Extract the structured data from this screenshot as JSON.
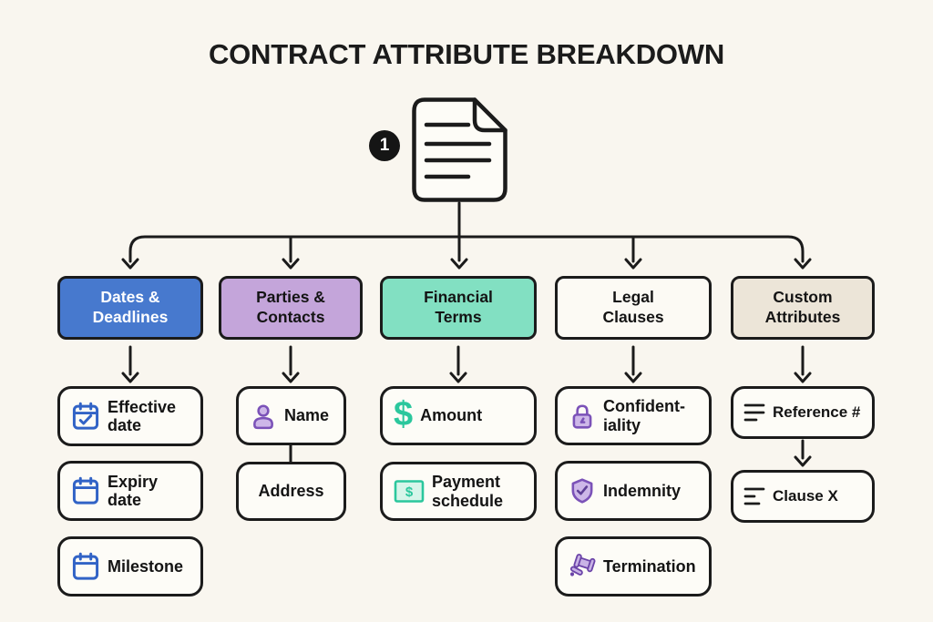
{
  "title": "CONTRACT ATTRIBUTE BREAKDOWN",
  "root": {
    "badge": "1",
    "icon": "document-icon"
  },
  "icons": {
    "dollar_glyph": "$"
  },
  "colors": {
    "background": "#F9F6EF",
    "ink": "#1B1B1B",
    "dates_fill": "#4779CE",
    "parties_fill": "#C4A5DA",
    "financial_fill": "#82E0C2",
    "legal_fill": "#FCFAF4",
    "custom_fill": "#ECE5D8",
    "box_fill": "#FDFCF7",
    "blue_icon": "#3163C6",
    "teal_icon": "#2BC79D",
    "purple_icon_stroke": "#7B52B8",
    "purple_icon_fill": "#CDB7E8"
  },
  "categories": [
    {
      "label": "Dates &\nDeadlines",
      "children": [
        {
          "label": "Effective\ndate",
          "icon": "calendar-check-icon"
        },
        {
          "label": "Expiry\ndate",
          "icon": "calendar-icon"
        },
        {
          "label": "Milestone",
          "icon": "calendar-icon"
        }
      ]
    },
    {
      "label": "Parties &\nContacts",
      "children": [
        {
          "label": "Name",
          "icon": "person-icon"
        },
        {
          "label": "Address",
          "icon": null
        }
      ]
    },
    {
      "label": "Financial\nTerms",
      "children": [
        {
          "label": "Amount",
          "icon": "dollar-icon"
        },
        {
          "label": "Payment\nschedule",
          "icon": "banknote-icon"
        }
      ]
    },
    {
      "label": "Legal\nClauses",
      "children": [
        {
          "label": "Confident-\niality",
          "icon": "padlock-icon"
        },
        {
          "label": "Indemnity",
          "icon": "shield-check-icon"
        },
        {
          "label": "Termination",
          "icon": "gavel-icon"
        }
      ]
    },
    {
      "label": "Custom\nAttributes",
      "children": [
        {
          "label": "Reference #",
          "icon": "list-icon"
        },
        {
          "label": "Clause X",
          "icon": "list-icon"
        }
      ]
    }
  ]
}
